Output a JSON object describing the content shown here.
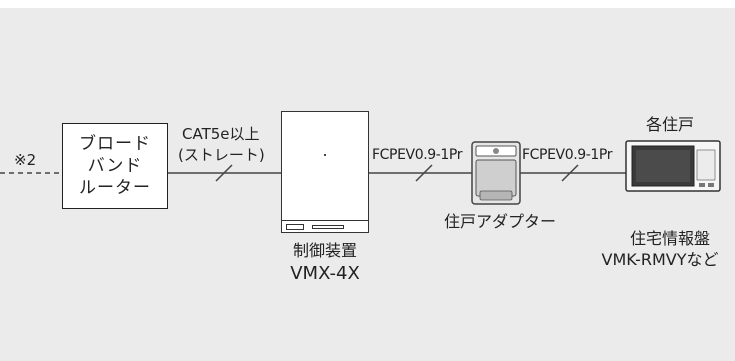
{
  "note_mark": "※2",
  "router": {
    "lines": [
      "ブロード",
      "バンド",
      "ルーター"
    ]
  },
  "cable1": {
    "line1": "CAT5e以上",
    "line2": "(ストレート)"
  },
  "controller": {
    "name": "制御装置",
    "model": "VMX-4X"
  },
  "cable2": {
    "label": "FCPEV0.9-1Pr"
  },
  "adapter": {
    "label": "住戸アダプター"
  },
  "cable3": {
    "label": "FCPEV0.9-1Pr"
  },
  "residence": {
    "title": "各住戸",
    "device_name": "住宅情報盤",
    "device_model": "VMK-RMVYなど"
  }
}
